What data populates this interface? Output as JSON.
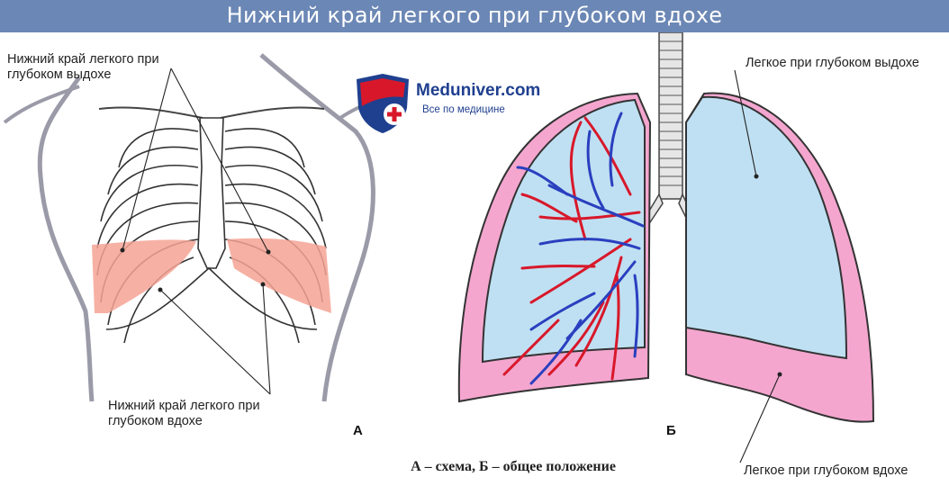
{
  "title": "Нижний край легкого при глубоком вдохе",
  "logo": {
    "brand": "Meduniver.com",
    "tagline": "Все по медицине"
  },
  "panel_a": {
    "letter": "А",
    "label_exhale": "Нижний край легкого при глубоком выдохе",
    "label_inhale": "Нижний край легкого при глубоком вдохе"
  },
  "panel_b": {
    "letter": "Б",
    "label_exhale": "Легкое при глубоком выдохе",
    "label_inhale": "Легкое при глубоком вдохе"
  },
  "caption": "А – схема, Б – общее положение",
  "colors": {
    "title_bar": "#6b87b5",
    "lung_exhale": "#bfe0f2",
    "lung_inhale": "#f4a6cf",
    "lung_margin_a": "#f4a394",
    "vessel_red": "#d8182a",
    "vessel_blue": "#2a3fbf"
  }
}
